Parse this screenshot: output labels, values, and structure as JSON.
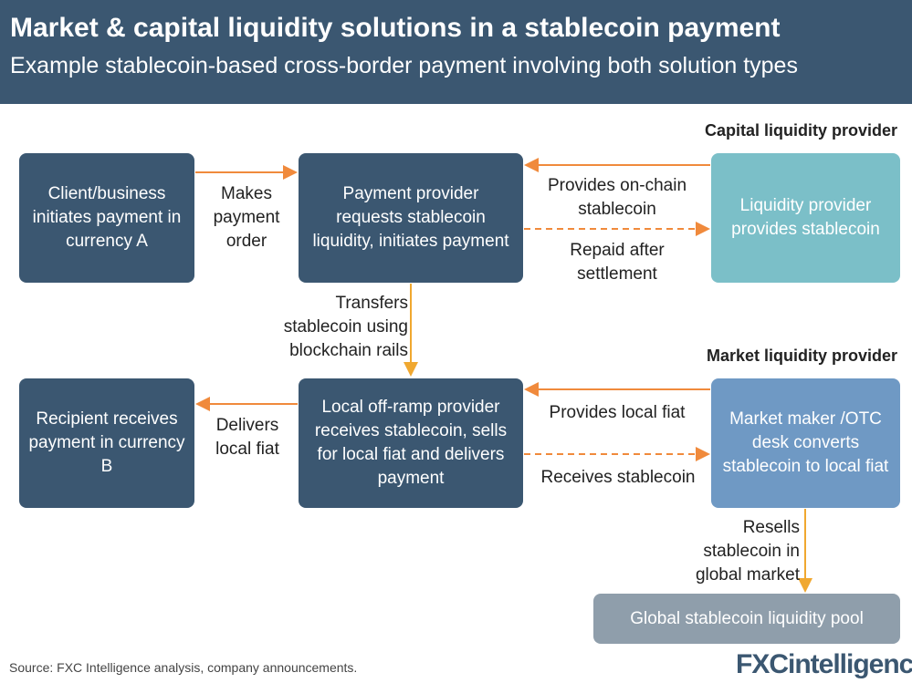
{
  "header": {
    "title": "Market & capital liquidity solutions in a stablecoin payment",
    "subtitle": "Example stablecoin-based cross-border payment involving both solution types"
  },
  "sections": {
    "capital": "Capital liquidity provider",
    "market": "Market liquidity provider"
  },
  "boxes": {
    "client": "Client/business initiates payment in currency A",
    "payment_provider": "Payment provider requests stablecoin liquidity, initiates payment",
    "liquidity_provider": "Liquidity provider provides stablecoin",
    "recipient": "Recipient receives payment in currency B",
    "offramp": "Local off-ramp provider receives stablecoin, sells for local fiat and delivers payment",
    "market_maker": "Market maker /OTC desk converts stablecoin to local fiat",
    "pool": "Global stablecoin liquidity pool"
  },
  "arrows": {
    "makes_order": "Makes payment order",
    "provides_onchain": "Provides on-chain stablecoin",
    "repaid": "Repaid after settlement",
    "transfers": "Transfers stablecoin using blockchain rails",
    "delivers": "Delivers local fiat",
    "provides_fiat": "Provides local fiat",
    "receives": "Receives stablecoin",
    "resells": "Resells stablecoin in global market"
  },
  "colors": {
    "header": "#3b5771",
    "arrow_orange": "#f08a3c",
    "arrow_amber": "#f0a830",
    "teal": "#7bbfc8",
    "blue": "#6f99c4",
    "grey": "#8f9eab"
  },
  "footer": {
    "source": "Source: FXC Intelligence analysis, company announcements.",
    "logo": "FXCintelligence"
  }
}
